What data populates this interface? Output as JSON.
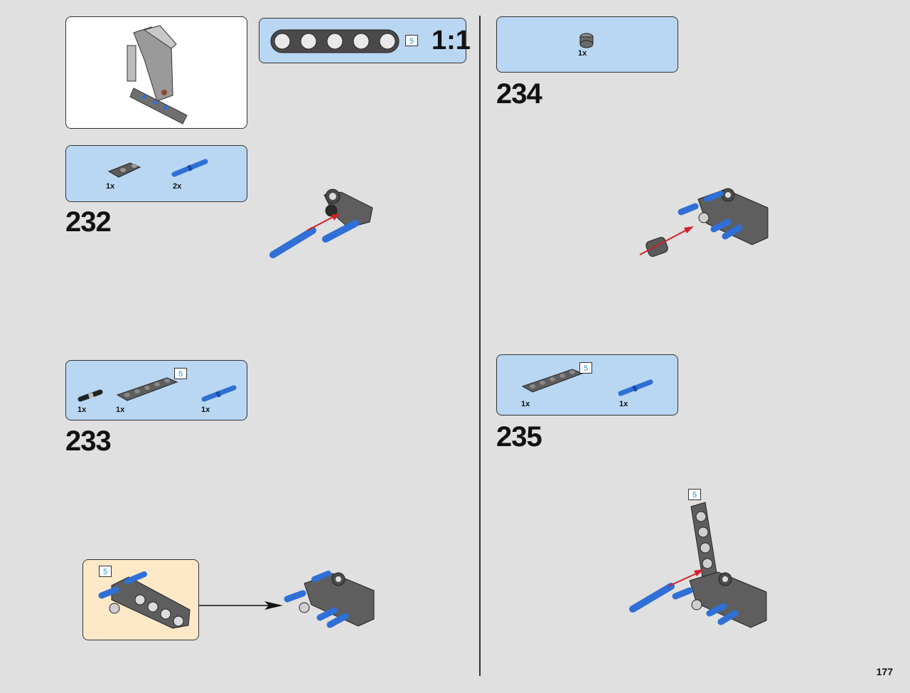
{
  "page_number": "177",
  "scale_box": {
    "ratio": "1:1",
    "length": "5"
  },
  "steps": [
    {
      "number": "232",
      "parts": [
        {
          "qty": "1x"
        },
        {
          "qty": "2x"
        }
      ]
    },
    {
      "number": "233",
      "parts": [
        {
          "qty": "1x"
        },
        {
          "qty": "1x",
          "length": "5"
        },
        {
          "qty": "1x"
        }
      ],
      "subassembly": {
        "length": "5"
      }
    },
    {
      "number": "234",
      "parts": [
        {
          "qty": "1x"
        }
      ]
    },
    {
      "number": "235",
      "parts": [
        {
          "qty": "1x",
          "length": "5"
        },
        {
          "qty": "1x"
        }
      ],
      "beam_length": "5"
    }
  ],
  "colors": {
    "part_box_bg": "#b9d7f3",
    "subassembly_bg": "#fde9c8",
    "page_bg": "#e0e0e0",
    "pin_blue": "#2f6fd6",
    "beam_gray": "#5e5e5e",
    "arrow_red": "#d0202a"
  }
}
